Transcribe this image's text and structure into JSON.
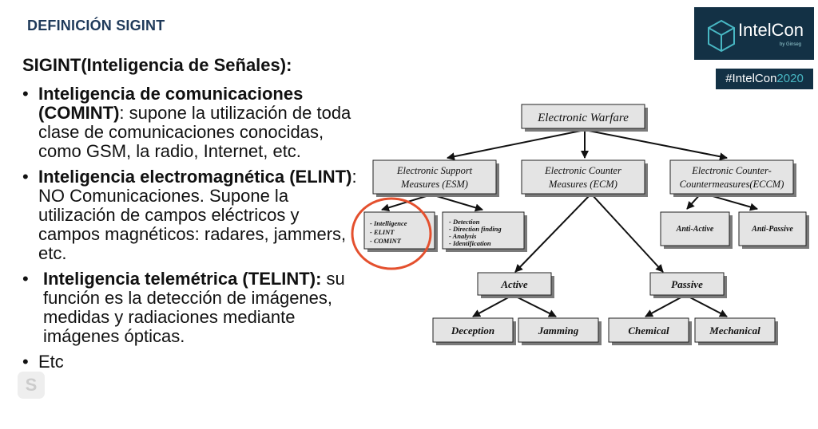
{
  "slide": {
    "title": "DEFINICIÓN SIGINT"
  },
  "logo": {
    "name": "IntelCon",
    "byline": "by Ginseg"
  },
  "hashtag": {
    "prefix": "#IntelCon",
    "year": "2020"
  },
  "content": {
    "heading": "SIGINT(Inteligencia de Señales):",
    "bullets": [
      {
        "title": "Inteligencia de comunicaciones (COMINT)",
        "text": ": supone la utilización de toda clase de comunicaciones conocidas, como GSM, la radio, Internet, etc."
      },
      {
        "title": "Inteligencia electromagnética (ELINT)",
        "text": ": NO Comunicaciones. Supone la utilización de campos eléctricos y campos magnéticos: radares, jammers, etc."
      },
      {
        "title": "Inteligencia telemétrica (TELINT):",
        "text": " su función es la detección de imágenes, medidas y radiaciones mediante imágenes ópticas."
      },
      {
        "title": "",
        "text": "Etc"
      }
    ]
  },
  "diagram": {
    "root": "Electronic Warfare",
    "esm": [
      "Electronic Support",
      "Measures (ESM)"
    ],
    "ecm": [
      "Electronic Counter",
      "Measures (ECM)"
    ],
    "eccm": [
      "Electronic Counter-",
      "Countermeasures(ECCM)"
    ],
    "esm_left": [
      "- Intelligence",
      "- ELINT",
      "- COMINT"
    ],
    "esm_right": [
      "- Detection",
      "- Direction finding",
      "- Analysis",
      "- Identification"
    ],
    "anti_active": "Anti-Active",
    "anti_passive": "Anti-Passive",
    "active": "Active",
    "passive": "Passive",
    "deception": "Deception",
    "jamming": "Jamming",
    "chemical": "Chemical",
    "mechanical": "Mechanical"
  },
  "colors": {
    "highlight_circle": "#e4502e",
    "title": "#1f3a5a",
    "logo_bg": "#133145",
    "accent": "#48b7c3"
  }
}
